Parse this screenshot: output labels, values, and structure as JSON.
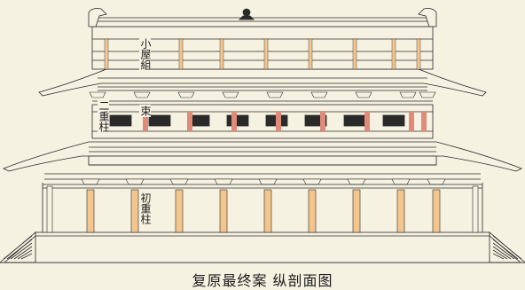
{
  "labels": {
    "upper_bracket": "小屋組",
    "tie_beam": "束",
    "second_pillar": "二重柱",
    "first_pillar": "初重柱"
  },
  "caption": "复原最终案 纵剖面图",
  "colors": {
    "background": "#f6f2e2",
    "line": "#2a2a2a",
    "pillar_fill": "#f4c68e",
    "accent_red": "#e08a7a"
  }
}
